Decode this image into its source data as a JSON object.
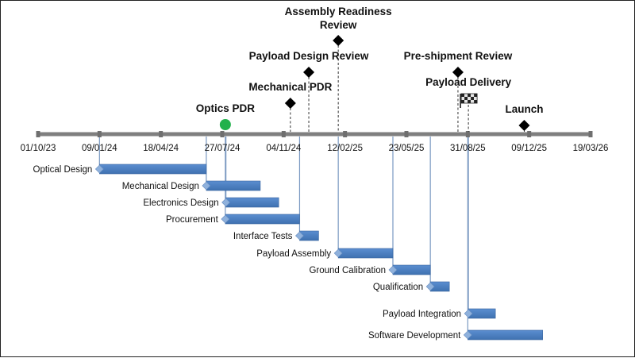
{
  "chart_data": {
    "type": "gantt",
    "axis": {
      "ticks": [
        "01/10/23",
        "09/01/24",
        "18/04/24",
        "27/07/24",
        "04/11/24",
        "12/02/25",
        "23/05/25",
        "31/08/25",
        "09/12/25",
        "19/03/26"
      ],
      "range": [
        "2023-10-01",
        "2026-03-19"
      ]
    },
    "tasks": [
      {
        "name": "Optical Design",
        "start": "2024-01-09",
        "end": "2024-07-01"
      },
      {
        "name": "Mechanical Design",
        "start": "2024-07-01",
        "end": "2024-09-27"
      },
      {
        "name": "Electronics Design",
        "start": "2024-08-02",
        "end": "2024-10-27"
      },
      {
        "name": "Procurement",
        "start": "2024-08-01",
        "end": "2024-11-30"
      },
      {
        "name": "Interface Tests",
        "start": "2024-11-30",
        "end": "2024-12-31"
      },
      {
        "name": "Payload Assembly",
        "start": "2025-02-01",
        "end": "2025-05-01"
      },
      {
        "name": "Ground Calibration",
        "start": "2025-05-01",
        "end": "2025-07-01"
      },
      {
        "name": "Qualification",
        "start": "2025-07-01",
        "end": "2025-08-01"
      },
      {
        "name": "Payload Integration",
        "start": "2025-09-01",
        "end": "2025-10-15"
      },
      {
        "name": "Software Development",
        "start": "2025-08-31",
        "end": "2025-12-31"
      }
    ],
    "milestones": [
      {
        "name": "Optics PDR",
        "date": "2024-08-01",
        "marker": "circle",
        "color": "#22b14c"
      },
      {
        "name": "Mechanical PDR",
        "date": "2024-11-15",
        "marker": "diamond"
      },
      {
        "name": "Payload Design Review",
        "date": "2024-12-15",
        "marker": "diamond"
      },
      {
        "name": "Assembly Readiness Review",
        "date": "2025-02-01",
        "marker": "diamond"
      },
      {
        "name": "Pre-shipment Review",
        "date": "2025-08-15",
        "marker": "diamond"
      },
      {
        "name": "Payload Delivery",
        "date": "2025-09-01",
        "marker": "flag"
      },
      {
        "name": "Launch",
        "date": "2025-12-01",
        "marker": "diamond"
      }
    ],
    "colors": {
      "bar": "#4a7ebb",
      "axis": "#7f7f7f",
      "connector": "#7a99c2"
    }
  }
}
